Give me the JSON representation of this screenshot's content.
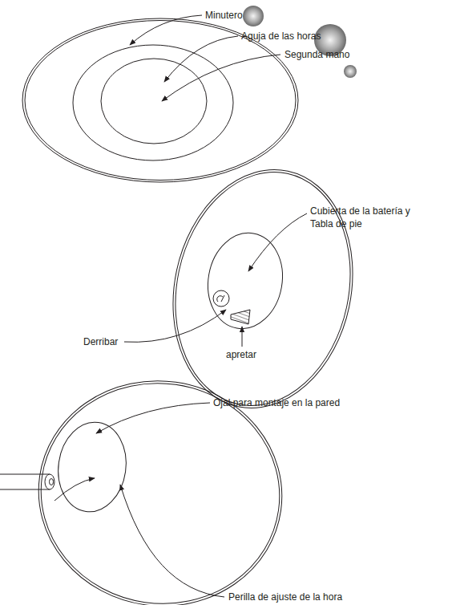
{
  "diagram": {
    "labels": [
      "Minutero",
      "Aguja de las horas",
      "Segunda mano",
      "Cubierta de la batería y Tabla de pie",
      "Derribar",
      "apretar",
      "Ojal para montaje en la pared",
      "Perilla de ajuste de la hora"
    ]
  }
}
